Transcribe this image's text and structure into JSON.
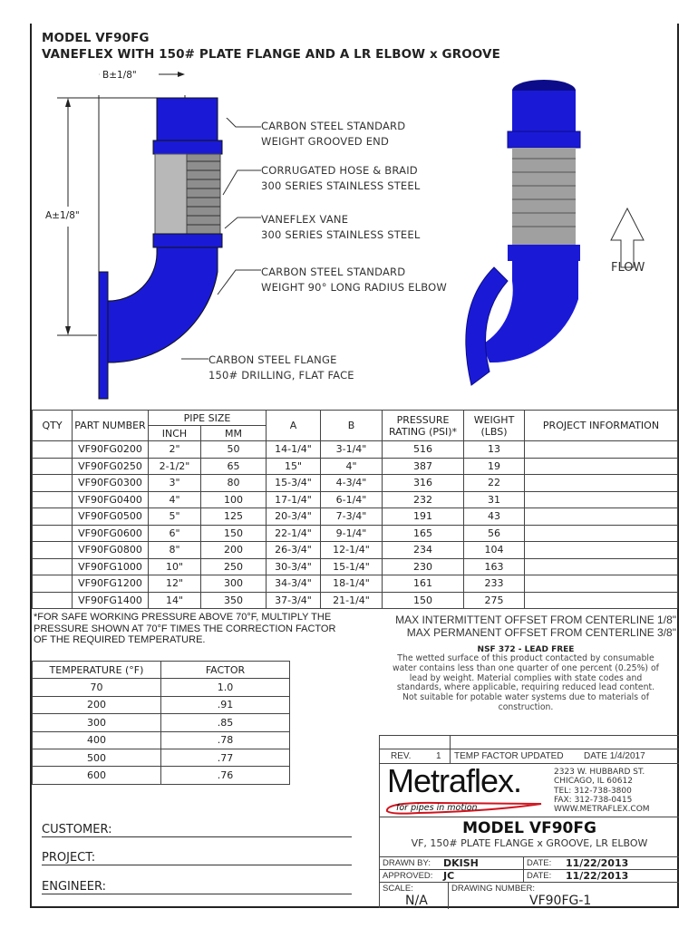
{
  "title": {
    "line1": "MODEL VF90FG",
    "line2": "VANEFLEX WITH 150# PLATE FLANGE AND A LR ELBOW x GROOVE"
  },
  "dimensions": {
    "b": "B±1/8\"",
    "a": "A±1/8\""
  },
  "callouts": [
    {
      "line1": "CARBON STEEL STANDARD",
      "line2": "WEIGHT GROOVED END"
    },
    {
      "line1": "CORRUGATED HOSE & BRAID",
      "line2": "300 SERIES STAINLESS STEEL"
    },
    {
      "line1": "VANEFLEX VANE",
      "line2": "300 SERIES STAINLESS STEEL"
    },
    {
      "line1": "CARBON STEEL STANDARD",
      "line2": "WEIGHT 90° LONG RADIUS ELBOW"
    },
    {
      "line1": "CARBON STEEL FLANGE",
      "line2": "150# DRILLING, FLAT FACE"
    }
  ],
  "flow_label": "FLOW",
  "colors": {
    "pipe": "#1a1ad6",
    "pipe_dark": "#0c0c8a",
    "hose": "#9a9a9a",
    "logo_red": "#d0141e"
  },
  "table": {
    "headers": {
      "qty": "QTY",
      "part": "PART NUMBER",
      "pipe_size": "PIPE SIZE",
      "inch": "INCH",
      "mm": "MM",
      "a": "A",
      "b": "B",
      "pressure": "PRESSURE RATING (PSI)*",
      "weight": "WEIGHT (LBS)",
      "project": "PROJECT INFORMATION"
    },
    "rows": [
      {
        "part": "VF90FG0200",
        "inch": "2\"",
        "mm": "50",
        "a": "14-1/4\"",
        "b": "3-1/4\"",
        "psi": "516",
        "lbs": "13"
      },
      {
        "part": "VF90FG0250",
        "inch": "2-1/2\"",
        "mm": "65",
        "a": "15\"",
        "b": "4\"",
        "psi": "387",
        "lbs": "19"
      },
      {
        "part": "VF90FG0300",
        "inch": "3\"",
        "mm": "80",
        "a": "15-3/4\"",
        "b": "4-3/4\"",
        "psi": "316",
        "lbs": "22"
      },
      {
        "part": "VF90FG0400",
        "inch": "4\"",
        "mm": "100",
        "a": "17-1/4\"",
        "b": "6-1/4\"",
        "psi": "232",
        "lbs": "31"
      },
      {
        "part": "VF90FG0500",
        "inch": "5\"",
        "mm": "125",
        "a": "20-3/4\"",
        "b": "7-3/4\"",
        "psi": "191",
        "lbs": "43"
      },
      {
        "part": "VF90FG0600",
        "inch": "6\"",
        "mm": "150",
        "a": "22-1/4\"",
        "b": "9-1/4\"",
        "psi": "165",
        "lbs": "56"
      },
      {
        "part": "VF90FG0800",
        "inch": "8\"",
        "mm": "200",
        "a": "26-3/4\"",
        "b": "12-1/4\"",
        "psi": "234",
        "lbs": "104"
      },
      {
        "part": "VF90FG1000",
        "inch": "10\"",
        "mm": "250",
        "a": "30-3/4\"",
        "b": "15-1/4\"",
        "psi": "230",
        "lbs": "163"
      },
      {
        "part": "VF90FG1200",
        "inch": "12\"",
        "mm": "300",
        "a": "34-3/4\"",
        "b": "18-1/4\"",
        "psi": "161",
        "lbs": "233"
      },
      {
        "part": "VF90FG1400",
        "inch": "14\"",
        "mm": "350",
        "a": "37-3/4\"",
        "b": "21-1/4\"",
        "psi": "150",
        "lbs": "275"
      }
    ]
  },
  "pressure_note": "*FOR SAFE WORKING PRESSURE ABOVE 70°F, MULTIPLY THE PRESSURE SHOWN AT 70°F TIMES THE CORRECTION FACTOR OF THE REQUIRED TEMPERATURE.",
  "temp_table": {
    "headers": [
      "TEMPERATURE (°F)",
      "FACTOR"
    ],
    "rows": [
      [
        "70",
        "1.0"
      ],
      [
        "200",
        ".91"
      ],
      [
        "300",
        ".85"
      ],
      [
        "400",
        ".78"
      ],
      [
        "500",
        ".77"
      ],
      [
        "600",
        ".76"
      ]
    ]
  },
  "offsets": {
    "line1": "MAX INTERMITTENT OFFSET FROM CENTERLINE 1/8\"",
    "line2": "MAX PERMANENT OFFSET FROM CENTERLINE 3/8\""
  },
  "nsf": {
    "title": "NSF 372 - LEAD FREE",
    "body": "The wetted surface of this product contacted by consumable water contains less than one quarter of one percent (0.25%) of lead by weight. Material complies with state codes and standards, where applicable, requiring reduced lead content. Not suitable for potable water systems due to materials of construction."
  },
  "customer": {
    "customer": "CUSTOMER:",
    "project": "PROJECT:",
    "engineer": "ENGINEER:"
  },
  "title_block": {
    "rev_label": "REV.",
    "rev": "1",
    "rev_desc": "TEMP FACTOR UPDATED",
    "rev_date": "DATE  1/4/2017",
    "logo": "Metraflex.",
    "tagline": "for pipes in motion",
    "address": [
      "2323 W. HUBBARD ST.",
      "CHICAGO, IL 60612",
      "TEL: 312-738-3800",
      "FAX: 312-738-0415",
      "WWW.METRAFLEX.COM"
    ],
    "model": "MODEL VF90FG",
    "description": "VF, 150# PLATE FLANGE x GROOVE, LR ELBOW",
    "drawn_by_label": "DRAWN BY:",
    "drawn_by": "DKISH",
    "date_label": "DATE:",
    "drawn_date": "11/22/2013",
    "approved_label": "APPROVED:",
    "approved_by": "JC",
    "approved_date": "11/22/2013",
    "scale_label": "SCALE:",
    "scale": "N/A",
    "drawing_number_label": "DRAWING NUMBER:",
    "drawing_number": "VF90FG-1"
  }
}
